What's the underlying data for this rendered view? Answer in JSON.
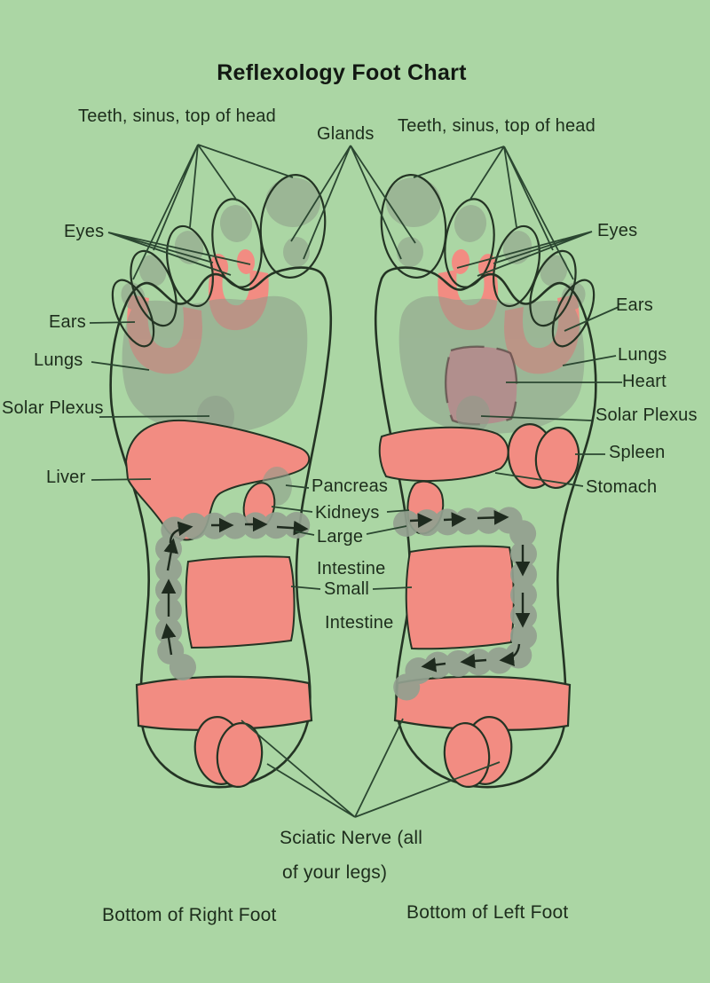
{
  "title": "Reflexology Foot Chart",
  "colors": {
    "bg": "#abd6a4",
    "pink": "#f28c82",
    "gray": "#8e9c8a",
    "graydark": "#93a08f",
    "heartc": "#b38c8c",
    "ink": "#243424",
    "line": "#2b4731",
    "text": "#1d2d1c",
    "title": "#121812"
  },
  "labels": {
    "teeth_sinus_left": "Teeth, sinus, top of head",
    "glands": "Glands",
    "teeth_sinus_right": "Teeth, sinus, top of head",
    "eyes_left": "Eyes",
    "eyes_right": "Eyes",
    "ears_left": "Ears",
    "ears_right": "Ears",
    "lungs_left": "Lungs",
    "lungs_right": "Lungs",
    "heart": "Heart",
    "solar_plexus_left": "Solar Plexus",
    "solar_plexus_right": "Solar Plexus",
    "liver": "Liver",
    "spleen": "Spleen",
    "stomach": "Stomach",
    "pancreas": "Pancreas",
    "kidneys": "Kidneys",
    "large_intestine": {
      "line1": "Large",
      "line2": "Intestine"
    },
    "small_intestine": {
      "line1": "Small",
      "line2": "Intestine"
    },
    "sciatic_nerve": {
      "line1": "Sciatic Nerve (all",
      "line2": "of your legs)"
    },
    "bottom_of_right_foot": "Bottom of Right Foot",
    "bottom_of_left_foot": "Bottom of Left Foot"
  }
}
